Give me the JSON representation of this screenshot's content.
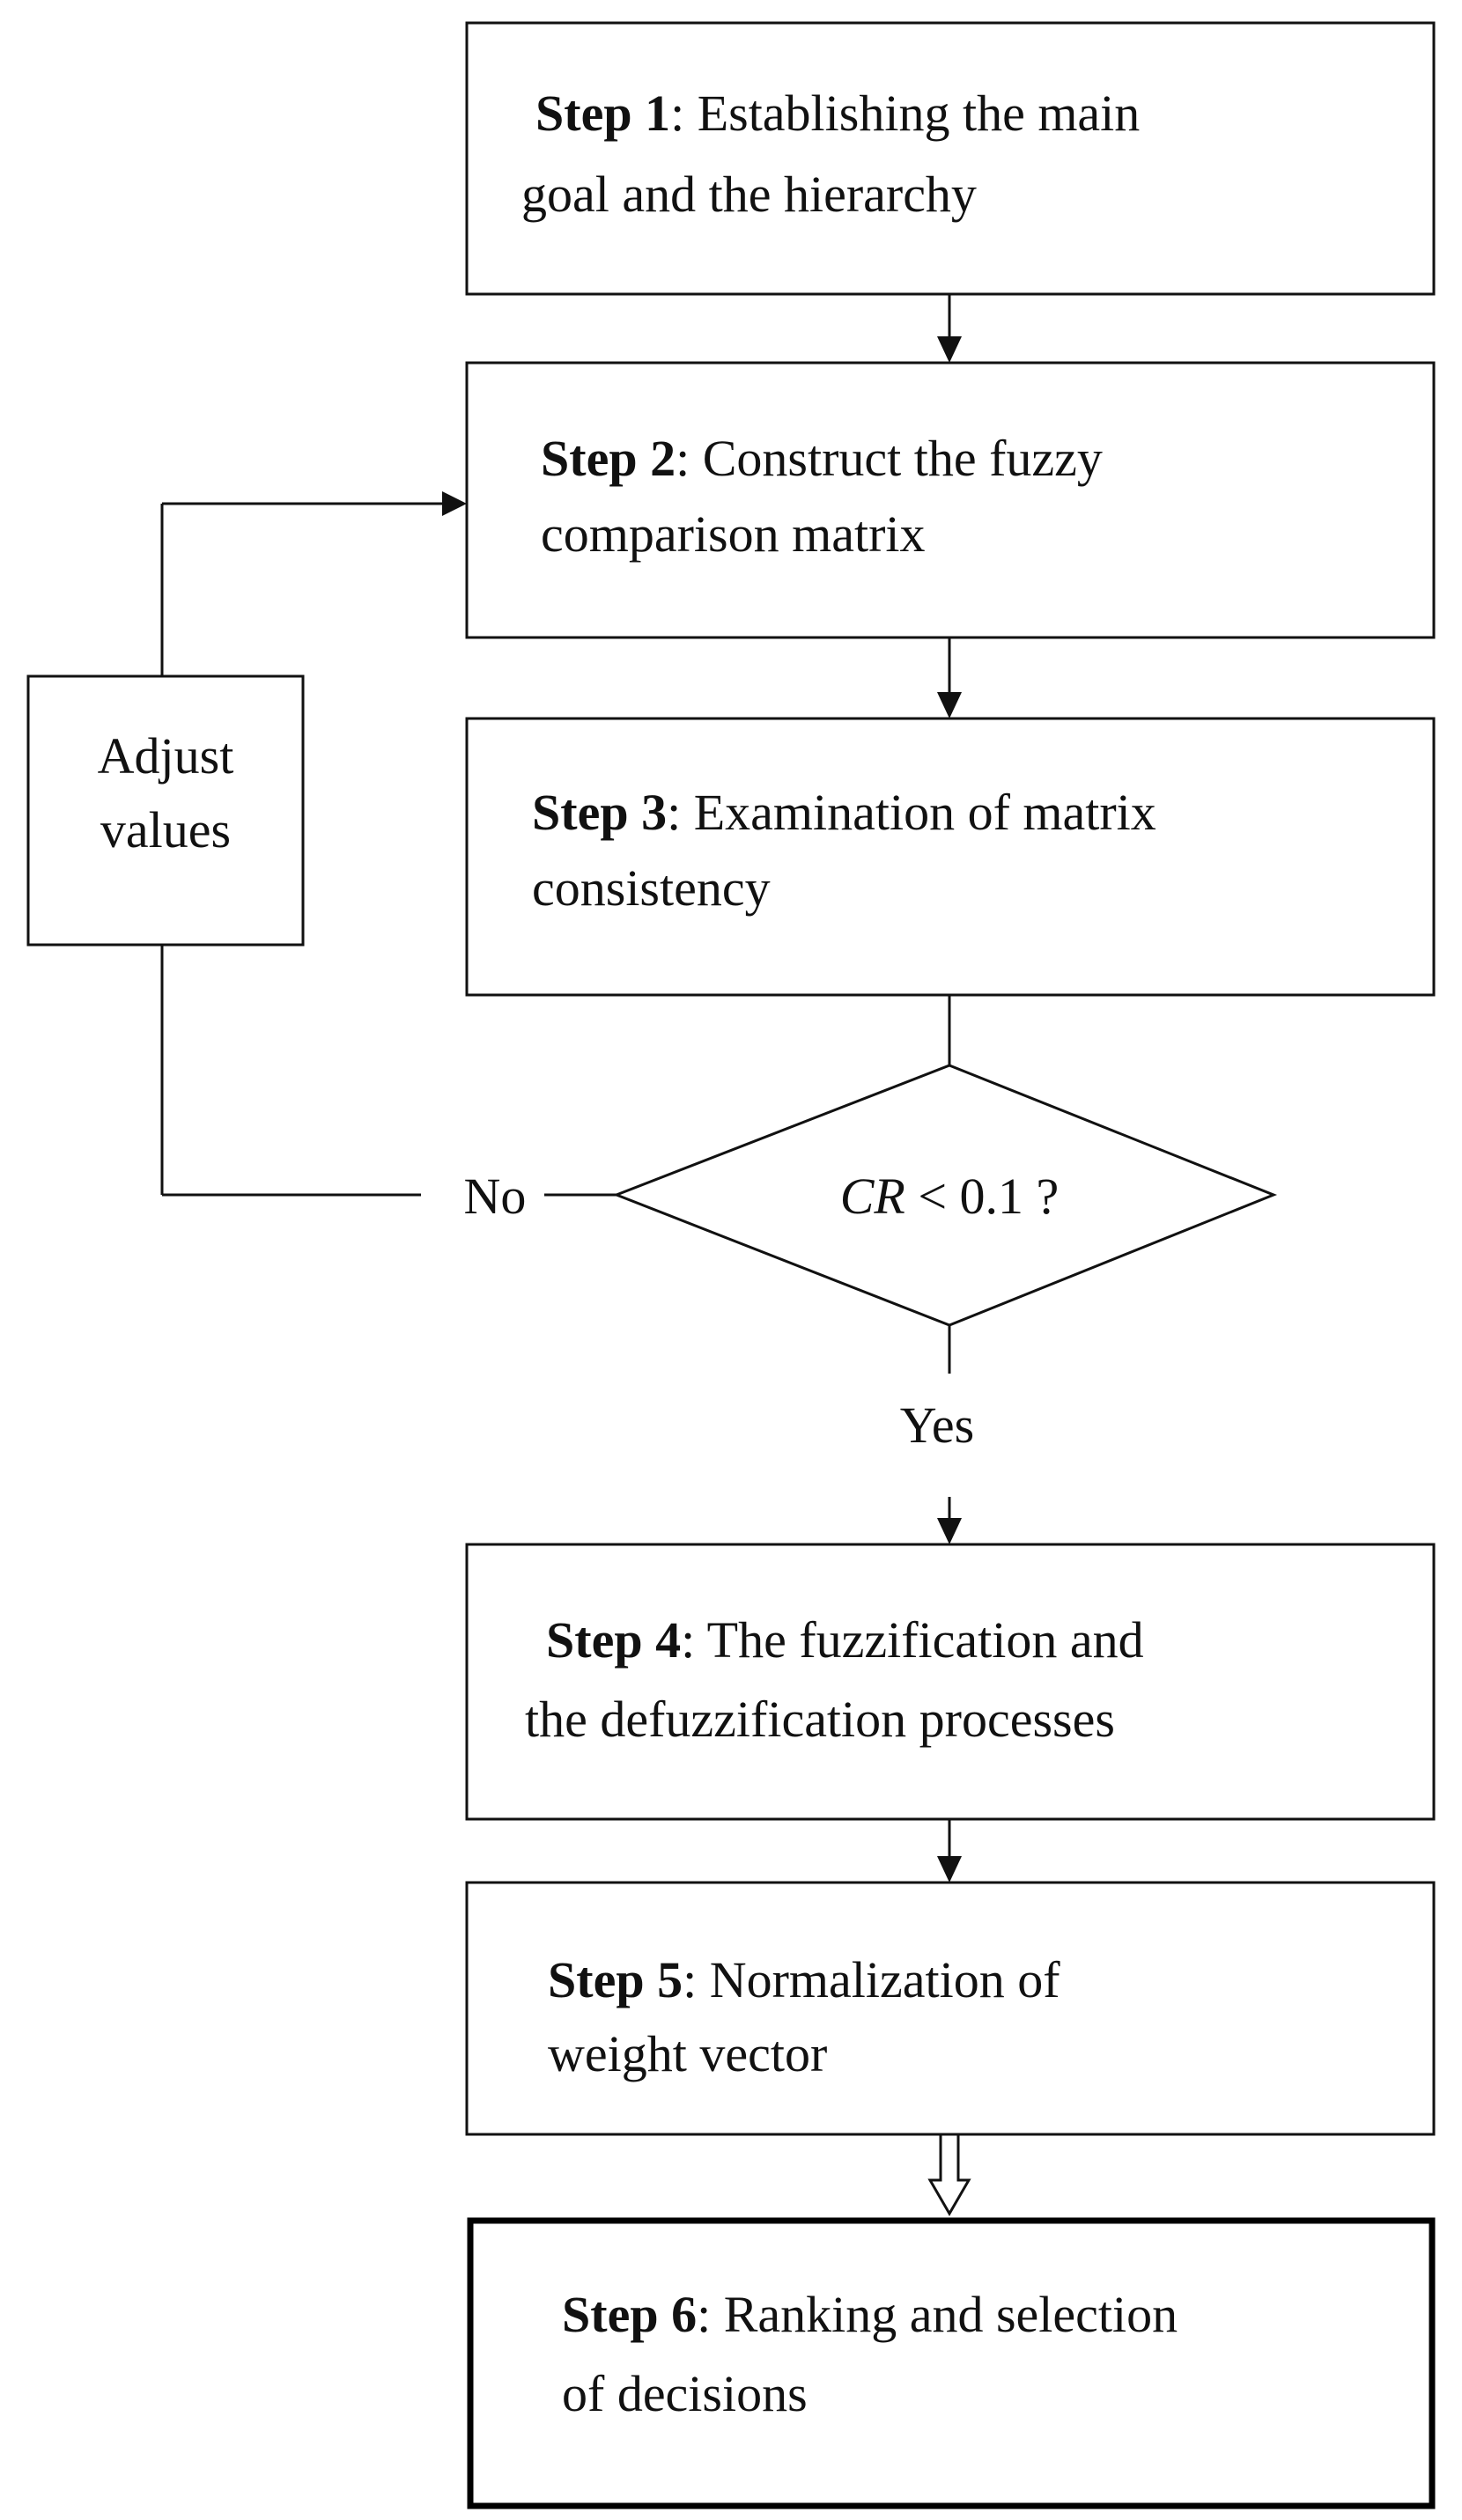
{
  "steps": [
    {
      "id": 1,
      "label": "Step 1",
      "text_line1": ": Establishing the main",
      "text_line2": "goal and the hierarchy"
    },
    {
      "id": 2,
      "label": "Step 2",
      "text_line1": ": Construct the fuzzy",
      "text_line2": "comparison matrix"
    },
    {
      "id": 3,
      "label": "Step 3",
      "text_line1": ": Examination of matrix",
      "text_line2": "consistency"
    },
    {
      "id": 4,
      "label": "Step 4",
      "text_line1": ": The fuzzification and",
      "text_line2": "the defuzzification processes"
    },
    {
      "id": 5,
      "label": "Step 5",
      "text_line1": ": Normalization of",
      "text_line2": "weight vector"
    },
    {
      "id": 6,
      "label": "Step 6",
      "text_line1": ": Ranking and selection",
      "text_line2": "of decisions"
    }
  ],
  "adjust": {
    "line1": "Adjust",
    "line2": "values"
  },
  "decision": {
    "var": "CR",
    "op": " < 0.1 ?"
  },
  "labels": {
    "no": "No",
    "yes": "Yes"
  }
}
